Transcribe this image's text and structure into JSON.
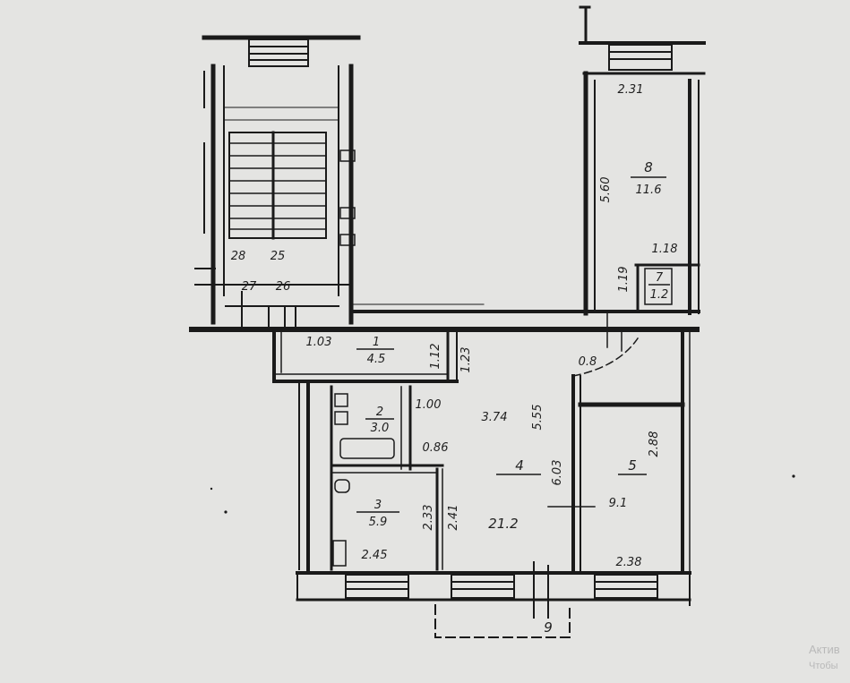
{
  "rooms": [
    {
      "number": "1",
      "area": "4.5"
    },
    {
      "number": "2",
      "area": "3.0"
    },
    {
      "number": "3",
      "area": "5.9"
    },
    {
      "number": "4",
      "area": "21.2"
    },
    {
      "number": "5",
      "area": "9.1"
    },
    {
      "number": "7",
      "area": "1.2"
    },
    {
      "number": "8",
      "area": "11.6"
    },
    {
      "number": "9",
      "area": ""
    }
  ],
  "dimensions": [
    "2.31",
    "5.60",
    "1.18",
    "1.19",
    "1.03",
    "1.12",
    "1.23",
    "1.00",
    "3.74",
    "5.55",
    "0.86",
    "2.33",
    "2.41",
    "2.45",
    "6.03",
    "2.88",
    "2.38",
    "0.8"
  ],
  "stair_numbers": [
    "28",
    "25",
    "27",
    "26"
  ],
  "watermark": {
    "line1": "Актив",
    "line2": "Чтобы"
  }
}
